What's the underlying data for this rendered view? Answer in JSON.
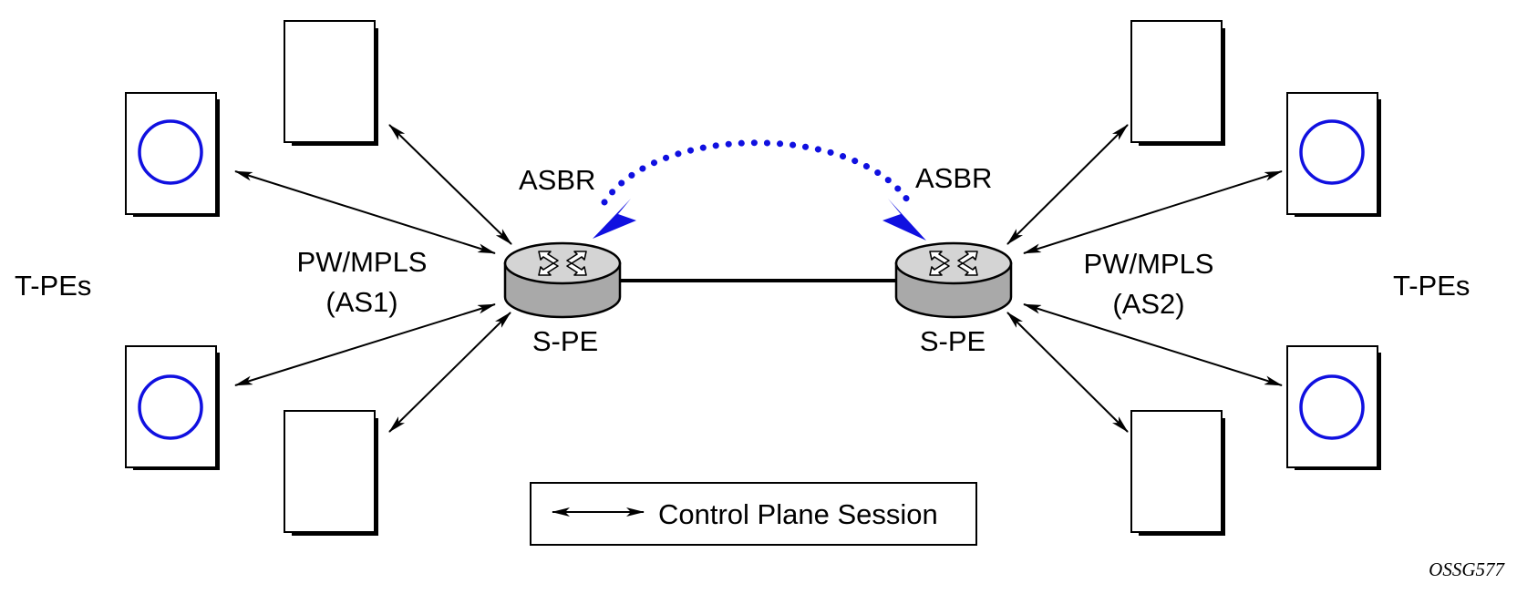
{
  "labels": {
    "tpes_left": "T-PEs",
    "tpes_right": "T-PEs",
    "asbr_left": "ASBR",
    "asbr_right": "ASBR",
    "pw_mpls_left_line1": "PW/MPLS",
    "pw_mpls_left_line2": "(AS1)",
    "pw_mpls_right_line1": "PW/MPLS",
    "pw_mpls_right_line2": "(AS2)",
    "spe_left": "S-PE",
    "spe_right": "S-PE"
  },
  "legend": {
    "label": "Control Plane Session"
  },
  "figure_id": "OSSG577",
  "colors": {
    "accent_blue": "#1010e0",
    "router_body": "#a9a9a9",
    "router_top": "#d4d4d4"
  },
  "icons": {
    "router": "router-icon",
    "circle": "circle-icon"
  }
}
